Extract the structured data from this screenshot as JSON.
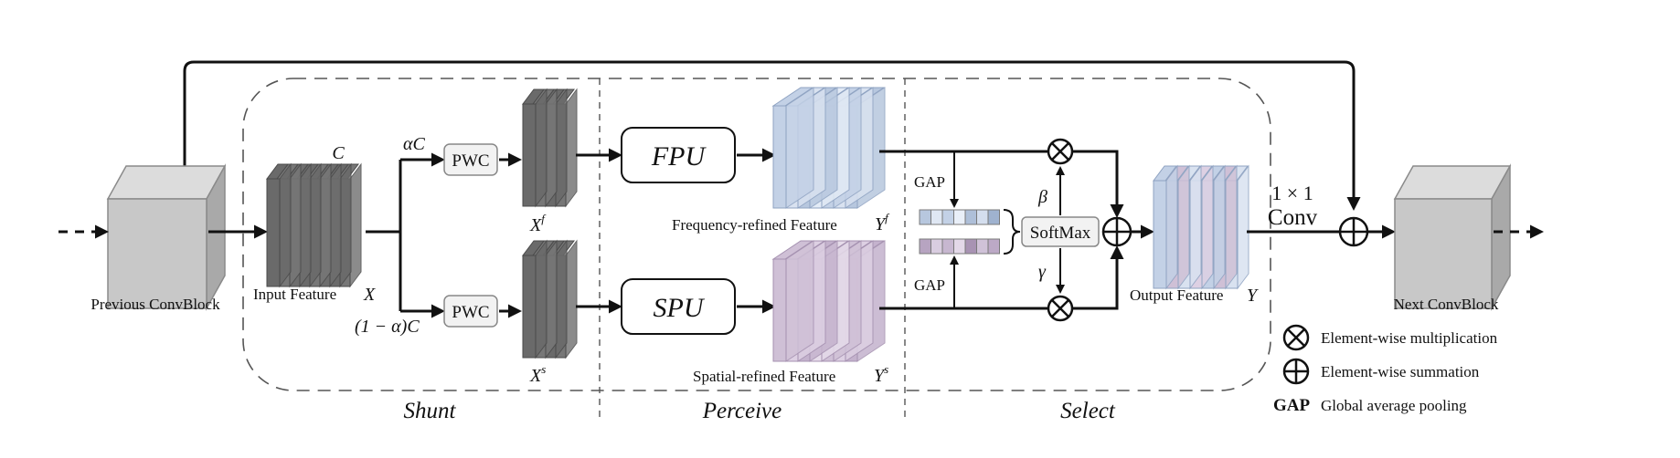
{
  "blocks": {
    "previous": "Previous ConvBlock",
    "next": "Next ConvBlock",
    "fpu": "FPU",
    "spu": "SPU",
    "pwc_top": "PWC",
    "pwc_bottom": "PWC",
    "softmax": "SoftMax",
    "conv_size": "1 × 1",
    "conv": "Conv"
  },
  "labels": {
    "input_feature": "Input Feature",
    "input_var": "X",
    "channel_c": "C",
    "alpha_c": "αC",
    "one_minus_alpha_c": "(1 − α)C",
    "x_f": "X",
    "x_f_sup": "f",
    "x_s": "X",
    "x_s_sup": "s",
    "freq_refined": "Frequency-refined Feature",
    "freq_var": "Y",
    "freq_sup": "f",
    "spatial_refined": "Spatial-refined Feature",
    "spatial_var": "Y",
    "spatial_sup": "s",
    "gap_top": "GAP",
    "gap_bottom": "GAP",
    "beta": "β",
    "gamma": "γ",
    "output_feature": "Output Feature",
    "output_var": "Y"
  },
  "sections": {
    "shunt": "Shunt",
    "perceive": "Perceive",
    "select": "Select"
  },
  "legend": {
    "mult": "Element-wise multiplication",
    "sum": "Element-wise summation",
    "gap_key": "GAP",
    "gap_desc": "Global average pooling"
  },
  "icons": {
    "mult": "circle-times-icon",
    "sum": "circle-plus-icon"
  },
  "colors": {
    "cube": "#c8c8c8",
    "feature_dark": "#6a6a6a",
    "freq": "#c3d1e6",
    "spatial": "#cfc0d6"
  }
}
